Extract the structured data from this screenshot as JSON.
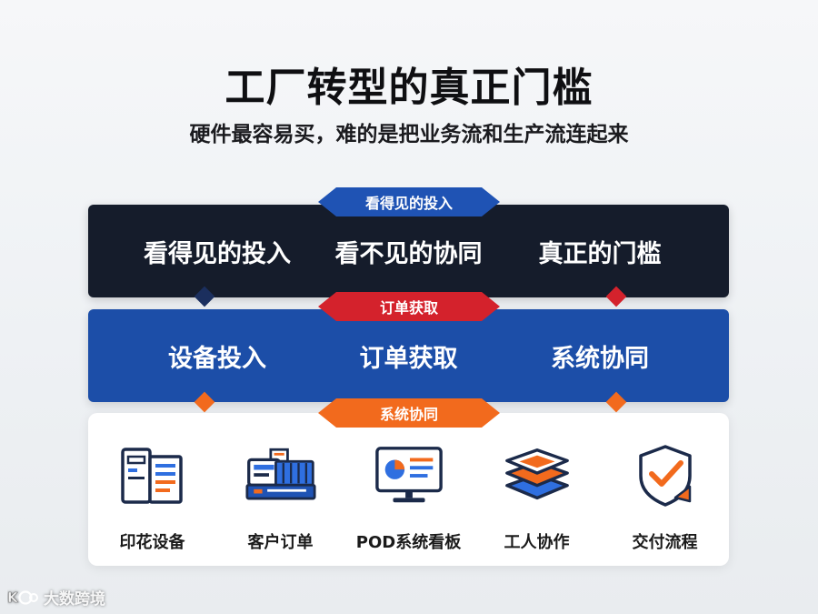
{
  "title": "工厂转型的真正门槛",
  "subtitle": "硬件最容易买，难的是把业务流和生产流连起来",
  "connector_tags": [
    {
      "label": "看得见的投入",
      "color": "#1f53b4"
    },
    {
      "label": "订单获取",
      "color": "#d4222c"
    },
    {
      "label": "系统协同",
      "color": "#f26a1d"
    }
  ],
  "dark_band": {
    "items": [
      "看得见的投入",
      "看不见的协同",
      "真正的门槛"
    ],
    "color": "#151c2b"
  },
  "blue_band": {
    "items": [
      "设备投入",
      "订单获取",
      "系统协同"
    ],
    "color": "#1c4ea8"
  },
  "panel": {
    "items": [
      {
        "label": "印花设备",
        "icon": "printer-equipment-icon"
      },
      {
        "label": "客户订单",
        "icon": "order-machine-icon"
      },
      {
        "label": "POD系统看板",
        "icon": "dashboard-monitor-icon"
      },
      {
        "label": "工人协作",
        "icon": "layers-stack-icon"
      },
      {
        "label": "交付流程",
        "icon": "delivery-check-shield-icon"
      }
    ]
  },
  "watermark": {
    "logo_text": "ᴷᴳᴰ",
    "text": "大数跨境"
  },
  "colors": {
    "navy": "#151c2b",
    "blue": "#1c4ea8",
    "red": "#d4222c",
    "orange": "#f26a1d"
  }
}
